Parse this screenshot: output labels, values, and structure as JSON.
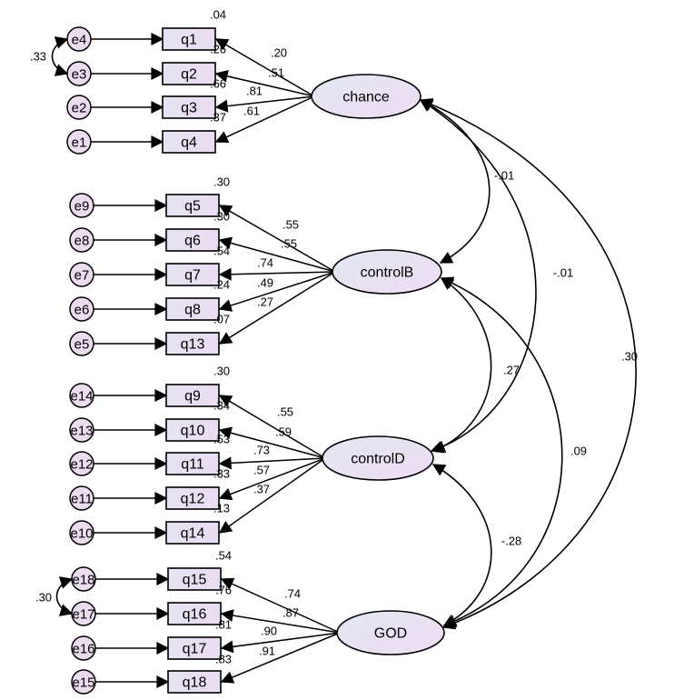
{
  "diagram": {
    "latents": [
      {
        "id": "chance",
        "label": "chance"
      },
      {
        "id": "controlB",
        "label": "controlB"
      },
      {
        "id": "controlD",
        "label": "controlD"
      },
      {
        "id": "GOD",
        "label": "GOD"
      }
    ],
    "observed": [
      {
        "id": "q1",
        "label": "q1",
        "error": "e4",
        "r2": ".04",
        "loading": ".20",
        "factor": "chance"
      },
      {
        "id": "q2",
        "label": "q2",
        "error": "e3",
        "r2": ".26",
        "loading": ".51",
        "factor": "chance"
      },
      {
        "id": "q3",
        "label": "q3",
        "error": "e2",
        "r2": ".66",
        "loading": ".81",
        "factor": "chance"
      },
      {
        "id": "q4",
        "label": "q4",
        "error": "e1",
        "r2": ".37",
        "loading": ".61",
        "factor": "chance"
      },
      {
        "id": "q5",
        "label": "q5",
        "error": "e9",
        "r2": ".30",
        "loading": ".55",
        "factor": "controlB"
      },
      {
        "id": "q6",
        "label": "q6",
        "error": "e8",
        "r2": ".30",
        "loading": ".55",
        "factor": "controlB"
      },
      {
        "id": "q7",
        "label": "q7",
        "error": "e7",
        "r2": ".54",
        "loading": ".74",
        "factor": "controlB"
      },
      {
        "id": "q8",
        "label": "q8",
        "error": "e6",
        "r2": ".24",
        "loading": ".49",
        "factor": "controlB"
      },
      {
        "id": "q13",
        "label": "q13",
        "error": "e5",
        "r2": ".07",
        "loading": ".27",
        "factor": "controlB"
      },
      {
        "id": "q9",
        "label": "q9",
        "error": "e14",
        "r2": ".30",
        "loading": ".55",
        "factor": "controlD"
      },
      {
        "id": "q10",
        "label": "q10",
        "error": "e13",
        "r2": ".34",
        "loading": ".59",
        "factor": "controlD"
      },
      {
        "id": "q11",
        "label": "q11",
        "error": "e12",
        "r2": ".53",
        "loading": ".73",
        "factor": "controlD"
      },
      {
        "id": "q12",
        "label": "q12",
        "error": "e11",
        "r2": ".33",
        "loading": ".57",
        "factor": "controlD"
      },
      {
        "id": "q14",
        "label": "q14",
        "error": "e10",
        "r2": ".13",
        "loading": ".37",
        "factor": "controlD"
      },
      {
        "id": "q15",
        "label": "q15",
        "error": "e18",
        "r2": ".54",
        "loading": ".74",
        "factor": "GOD"
      },
      {
        "id": "q16",
        "label": "q16",
        "error": "e17",
        "r2": ".76",
        "loading": ".87",
        "factor": "GOD"
      },
      {
        "id": "q17",
        "label": "q17",
        "error": "e16",
        "r2": ".81",
        "loading": ".90",
        "factor": "GOD"
      },
      {
        "id": "q18",
        "label": "q18",
        "error": "e15",
        "r2": ".83",
        "loading": ".91",
        "factor": "GOD"
      }
    ],
    "error_covariances": [
      {
        "from": "e4",
        "to": "e3",
        "value": ".33"
      },
      {
        "from": "e18",
        "to": "e17",
        "value": ".30"
      }
    ],
    "factor_covariances": [
      {
        "from": "chance",
        "to": "controlB",
        "value": "-.01"
      },
      {
        "from": "chance",
        "to": "controlD",
        "value": "-.01"
      },
      {
        "from": "chance",
        "to": "GOD",
        "value": ".30"
      },
      {
        "from": "controlB",
        "to": "controlD",
        "value": ".27"
      },
      {
        "from": "controlB",
        "to": "GOD",
        "value": ".09"
      },
      {
        "from": "controlD",
        "to": "GOD",
        "value": "-.28"
      }
    ],
    "colors": {
      "box_fill": "#e4dff1",
      "error_fill": "#ecdcf0",
      "latent_fill_a": "#e4e8f1",
      "latent_fill_b": "#ecdcf3",
      "stroke": "#000000"
    }
  }
}
